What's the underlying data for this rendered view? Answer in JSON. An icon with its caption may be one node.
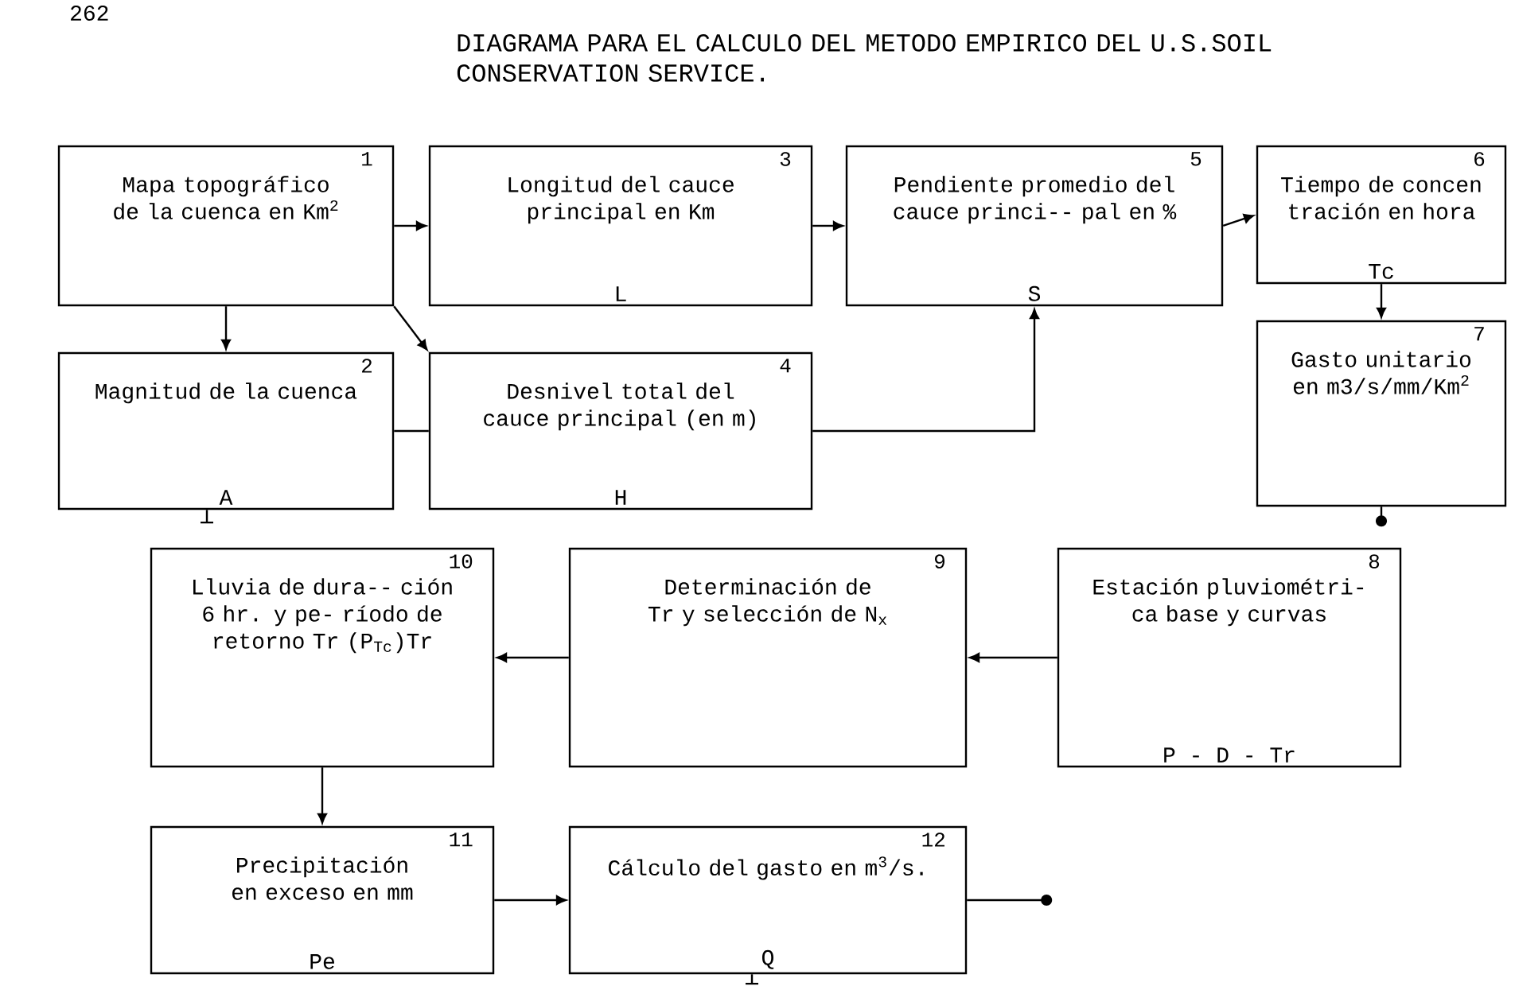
{
  "diagram": {
    "title": "DIAGRAMA PARA EL CALCULO DEL METODO EMPIRICO DEL U.S.SOIL CONSERVATION SERVICE.",
    "nodes": [
      {
        "text": [
          "1",
          "Mapa topográfico de la cuenca en Km$^{2}$"
        ]
      },
      {
        "text": [
          "2",
          "Magnitud de la cuenca",
          "A"
        ]
      },
      {
        "text": [
          "3",
          "Longitud del cauce principal en Km",
          "L"
        ]
      },
      {
        "text": [
          "4",
          "Desnivel total del cauce principal (en m)",
          "H"
        ]
      },
      {
        "text": [
          "5",
          "Pendiente promedio del cauce princi-- pal en %",
          "S"
        ]
      },
      {
        "text": [
          "6",
          "Tiempo de concen tración en hora",
          "Tc"
        ]
      },
      {
        "text": [
          "7",
          "Gasto unitario en m3/s/mm/Km$^{2}$"
        ]
      },
      {
        "text": [
          "8",
          "Estación pluviométri- ca base y curvas",
          "P - D - Tr"
        ]
      },
      {
        "text": [
          "9",
          "Determinación de Tr y selección de N$_{x}$"
        ]
      },
      {
        "text": [
          "10",
          "Lluvia de dura-- ción 6 hr. y pe- ríodo de retorno Tr (P$_{Tc}$)Tr"
        ]
      },
      {
        "text": [
          "11",
          "Precipitación en exceso en mm",
          "Pe"
        ]
      },
      {
        "text": [
          "12",
          "Cálculo del gasto en m$^{3}$/s.",
          "Q"
        ]
      }
    ],
    "edges": [
      {
        "from": 0,
        "to": 2,
        "arrow": "to"
      },
      {
        "from": 0,
        "to": 1,
        "arrow": "to"
      },
      {
        "from": 0,
        "to": 3,
        "arrow": "to"
      },
      {
        "from": 1,
        "to": 3,
        "arrow": "none"
      },
      {
        "from": 2,
        "to": 4,
        "arrow": "to"
      },
      {
        "from": 3,
        "to": 4,
        "arrow": "to"
      },
      {
        "from": 4,
        "to": 5,
        "arrow": "to"
      },
      {
        "from": 5,
        "to": 6,
        "arrow": "to"
      },
      {
        "from": 6,
        "to": null,
        "arrow": "other"
      },
      {
        "from": 7,
        "to": 8,
        "arrow": "to"
      },
      {
        "from": 8,
        "to": 9,
        "arrow": "to"
      },
      {
        "from": 9,
        "to": 10,
        "arrow": "to"
      },
      {
        "from": 10,
        "to": 11,
        "arrow": "to"
      },
      {
        "from": 11,
        "to": null,
        "arrow": "other"
      }
    ],
    "labels": [
      "262"
    ]
  }
}
